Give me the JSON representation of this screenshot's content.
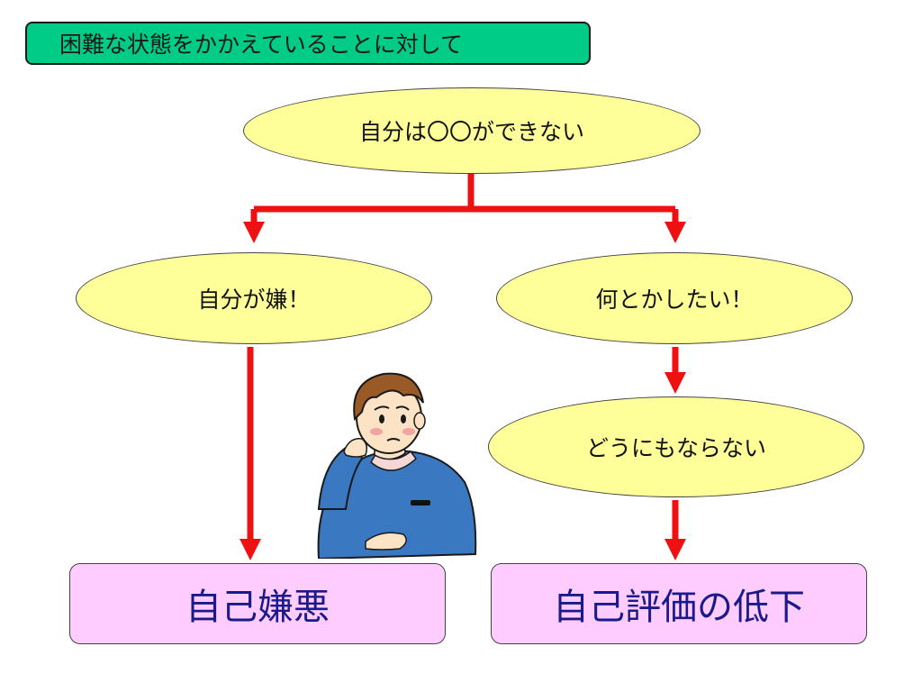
{
  "title": "困難な状態をかかえていることに対して",
  "nodes": {
    "top": "自分は〇〇ができない",
    "left": "自分が嫌！",
    "right": "何とかしたい！",
    "right_lower": "どうにもならない"
  },
  "results": {
    "left": "自己嫌悪",
    "right": "自己評価の低下"
  },
  "colors": {
    "title_bg": "#00cc88",
    "ellipse_bg": "#ffff99",
    "result_bg": "#ffccff",
    "result_text": "#1a1a8c",
    "arrow": "#ee1111"
  }
}
